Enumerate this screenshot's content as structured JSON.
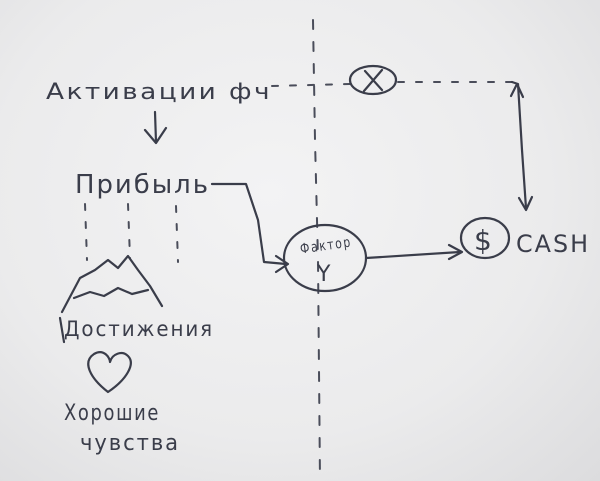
{
  "nodes": {
    "activations": "Активации фч",
    "profit": "Прибыль",
    "achievements": "Достижения",
    "good_feelings_line1": "Хорошие",
    "good_feelings_line2": "чувства",
    "factor_label": "Фактор",
    "factor_symbol": "Y",
    "blocked_symbol": "X",
    "dollar_symbol": "$",
    "cash": "CASH"
  },
  "colors": {
    "ink": "#3a3d4a",
    "paper": "#ebebec"
  },
  "icons": {
    "down_arrow": "down-arrow-icon",
    "mountain": "mountain-icon",
    "heart": "heart-icon",
    "cross_circle": "cross-circle-icon",
    "dollar_circle": "dollar-circle-icon"
  }
}
